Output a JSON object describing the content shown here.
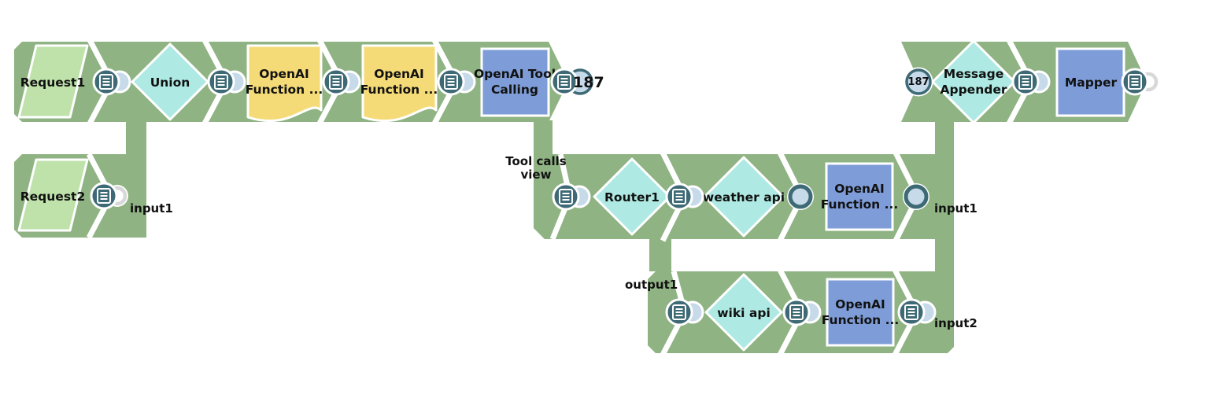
{
  "app": {
    "view": "pipeline-topology-canvas"
  },
  "colors": {
    "background": "#ffffff",
    "band": "#8FB383",
    "input_node": "#BEE2A9",
    "transform_node": "#AEEAE3",
    "document_node": "#F5DB78",
    "processor_node": "#7E9DD8",
    "port_dark": "#3E6A76",
    "port_light": "#C7DAE9",
    "port_unconnected": "#D8D8D8",
    "text": "#111111"
  },
  "pipelines": {
    "main": {
      "nodes": {
        "request1": {
          "label": "Request1"
        },
        "union": {
          "label": "Union"
        },
        "openai_function_a": {
          "line1": "OpenAI",
          "line2": "Function ..."
        },
        "openai_function_b": {
          "line1": "OpenAI",
          "line2": "Function ..."
        },
        "openai_tool_calling": {
          "line1": "OpenAI Tool",
          "line2": "Calling"
        }
      },
      "output_count": "187"
    },
    "request2_branch": {
      "nodes": {
        "request2": {
          "label": "Request2"
        }
      },
      "target_port": "input1"
    },
    "tool_calls": {
      "source_view_label": {
        "line1": "Tool calls",
        "line2": "view"
      },
      "nodes": {
        "router1": {
          "label": "Router1"
        },
        "weather_api": {
          "label": "weather api"
        },
        "openai_function_weather": {
          "line1": "OpenAI",
          "line2": "Function ..."
        }
      },
      "target_port": "input1"
    },
    "router_branch": {
      "source_port": "output1",
      "nodes": {
        "wiki_api": {
          "label": "wiki api"
        },
        "openai_function_wiki": {
          "line1": "OpenAI",
          "line2": "Function ..."
        }
      },
      "target_port": "input2"
    },
    "output": {
      "input_count": "187",
      "nodes": {
        "message_appender": {
          "line1": "Message",
          "line2": "Appender"
        },
        "mapper": {
          "label": "Mapper"
        }
      }
    }
  }
}
